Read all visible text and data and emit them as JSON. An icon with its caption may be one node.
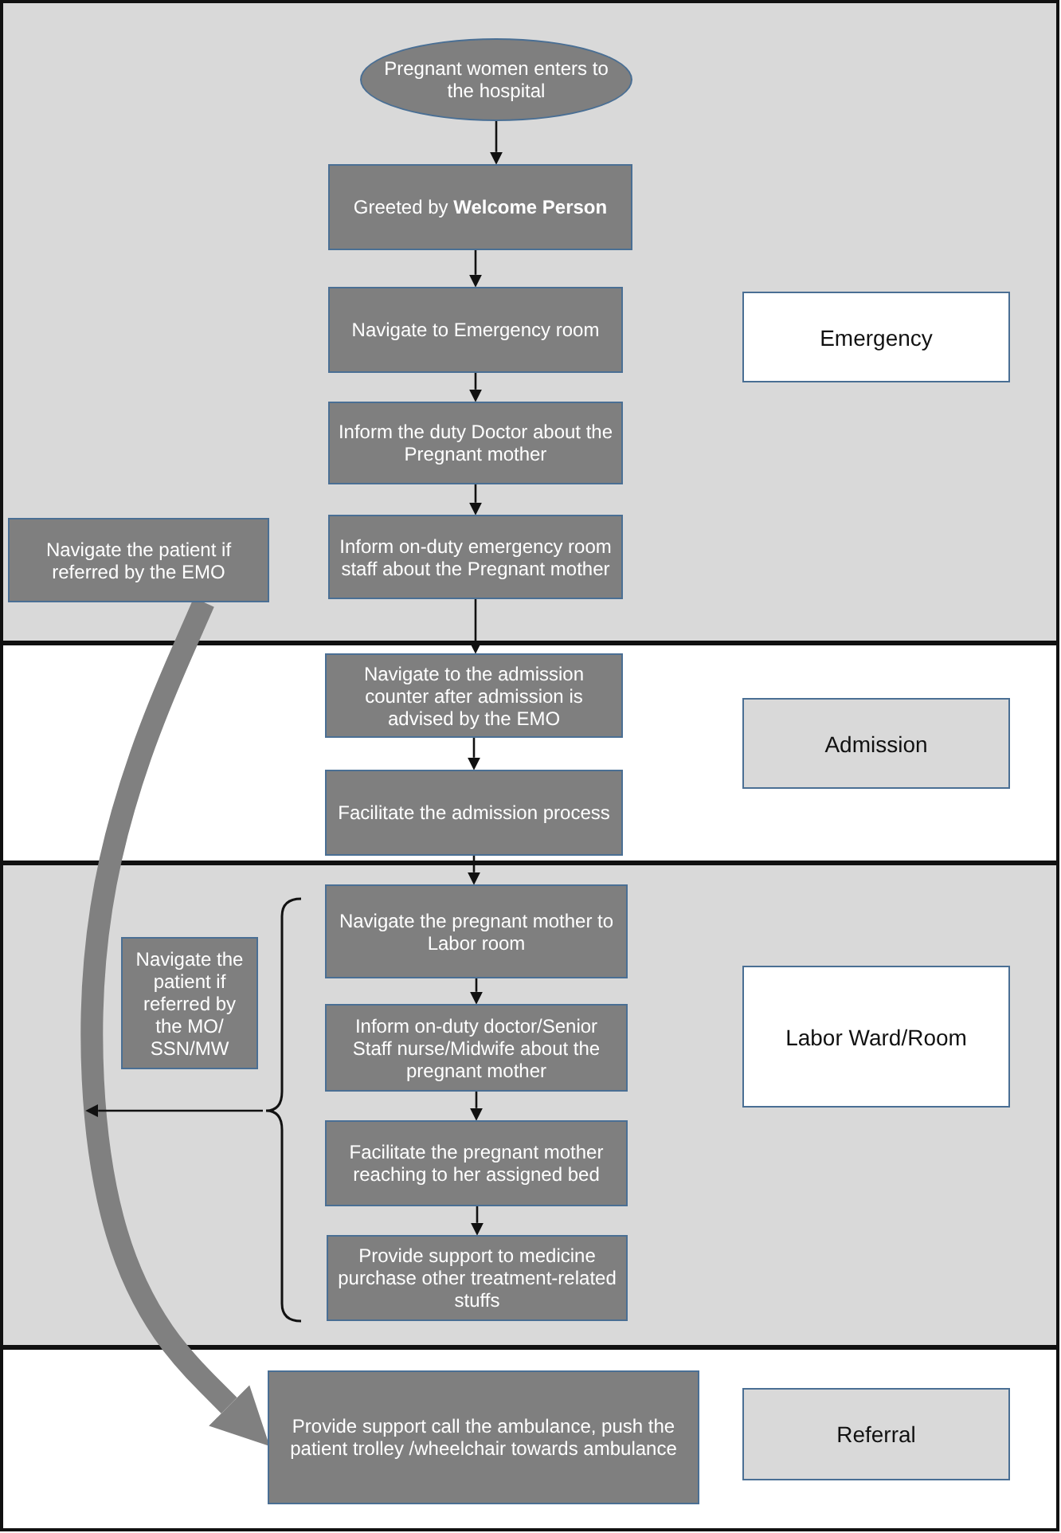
{
  "diagram": {
    "nodes": [
      {
        "text": [],
        "shape": "band"
      },
      {
        "text": [
          "Pregnant women enters to the hospital"
        ],
        "in": 0
      },
      {
        "text": [
          "Greeted by **Welcome Person**"
        ],
        "in": 0
      },
      {
        "text": [
          "Navigate to Emergency room"
        ],
        "in": 0
      },
      {
        "text": [
          "Inform the duty Doctor about the Pregnant mother"
        ],
        "in": 0
      },
      {
        "text": [
          "Inform on-duty emergency room staff about the Pregnant mother"
        ],
        "in": 0
      },
      {
        "text": [
          "Navigate the patient if referred by the EMO"
        ],
        "in": 0
      },
      {
        "text": [
          "Emergency"
        ],
        "in": 0
      },
      {
        "text": [],
        "shape": "band"
      },
      {
        "text": [
          "Navigate to the admission counter after admission is advised by the EMO"
        ],
        "in": 8
      },
      {
        "text": [
          "Facilitate the admission process"
        ],
        "in": 8
      },
      {
        "text": [
          "Admission"
        ],
        "in": 8
      },
      {
        "text": [],
        "shape": "band"
      },
      {
        "text": [
          "Navigate the pregnant mother to Labor room"
        ],
        "in": 12
      },
      {
        "text": [
          "Inform on-duty doctor/Senior Staff nurse/Midwife about the pregnant mother"
        ],
        "in": 12
      },
      {
        "text": [
          "Facilitate the pregnant mother reaching to her assigned bed"
        ],
        "in": 12
      },
      {
        "text": [
          "Provide support to medicine purchase other treatment-related stuffs"
        ],
        "in": 12
      },
      {
        "text": [],
        "shape": "bracket",
        "in": 12
      },
      {
        "text": [
          "Navigate the patient if referred by the MO/ SSN/MW"
        ],
        "in": 12
      },
      {
        "text": [
          "Labor Ward/Room"
        ],
        "in": 12
      },
      {
        "text": [],
        "shape": "band"
      },
      {
        "text": [
          "Provide support call the ambulance, push the patient trolley /wheelchair towards ambulance"
        ],
        "in": 20
      },
      {
        "text": [
          "Referral"
        ],
        "in": 20
      }
    ],
    "edges": [
      {
        "from": 1,
        "to": 2,
        "arrow": "to"
      },
      {
        "from": 2,
        "to": 3,
        "arrow": "to"
      },
      {
        "from": 3,
        "to": 4,
        "arrow": "to"
      },
      {
        "from": 4,
        "to": 5,
        "arrow": "to"
      },
      {
        "from": 5,
        "to": 9,
        "arrow": "to"
      },
      {
        "from": 9,
        "to": 10,
        "arrow": "to"
      },
      {
        "from": 10,
        "to": 13,
        "arrow": "to"
      },
      {
        "from": 13,
        "to": 14,
        "arrow": "to"
      },
      {
        "from": 14,
        "to": 15,
        "arrow": "to"
      },
      {
        "from": 15,
        "to": 16,
        "arrow": "to"
      },
      {
        "from": 6,
        "to": 21,
        "arrow": "to",
        "style": "thick",
        "color": "#808080"
      },
      {
        "from": 17,
        "to": null,
        "arrow": "to"
      }
    ]
  }
}
